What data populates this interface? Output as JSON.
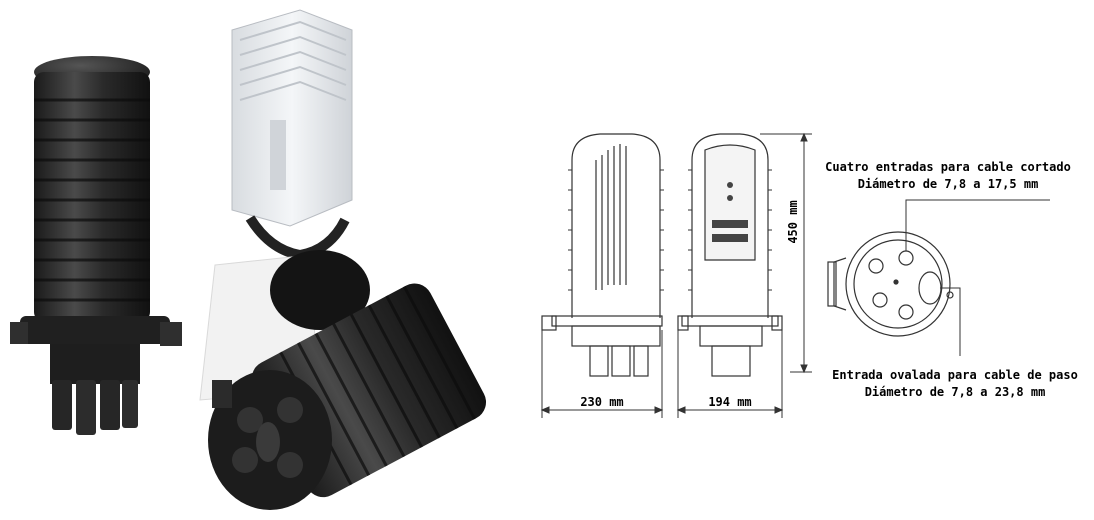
{
  "dimensions": {
    "width_230": "230 mm",
    "width_194": "194 mm",
    "height_450": "450 mm"
  },
  "callouts": {
    "cut_cable": {
      "line1": "Cuatro entradas para cable cortado",
      "line2": "Diámetro de 7,8 a 17,5 mm"
    },
    "oval_entry": {
      "line1": "Entrada ovalada para cable de paso",
      "line2": "Diámetro de 7,8 a 23,8 mm"
    }
  },
  "photo": {
    "closure_color": "#2b2b2b",
    "tray_color": "#e9ecef"
  },
  "drawing": {
    "line_color": "#333333"
  }
}
